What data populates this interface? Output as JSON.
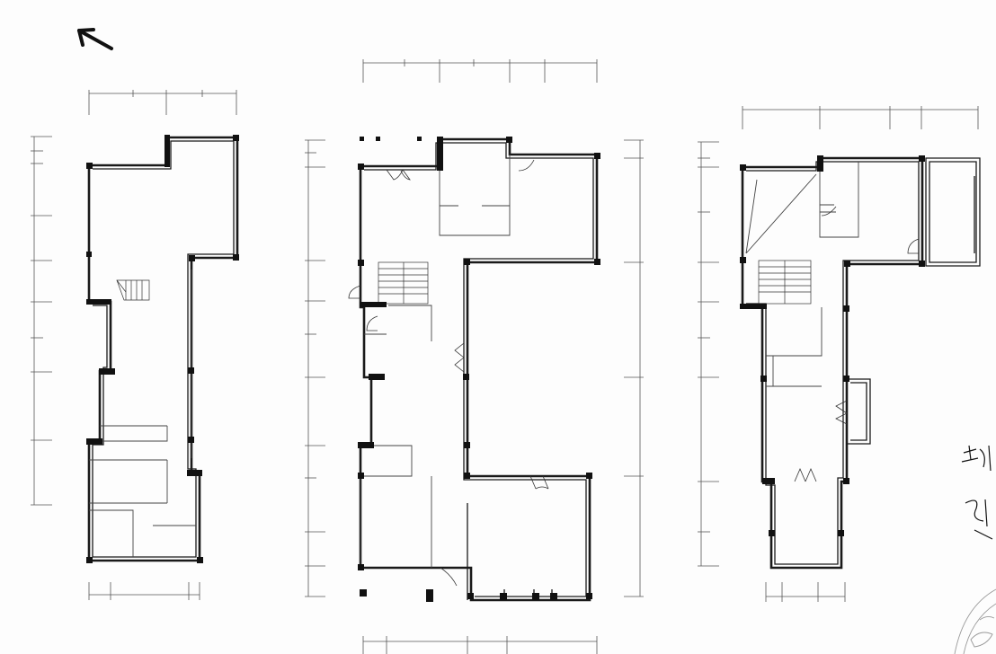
{
  "diagram": {
    "kind": "architectural floor plans",
    "plans": [
      "left-floor-plan",
      "middle-floor-plan",
      "right-floor-plan"
    ],
    "north_arrow_icon": "north-arrow-icon",
    "handwritten_note_icon": "handwritten-signature-icon",
    "seal_icon": "decorative-seal-icon",
    "colors": {
      "ink": "#1a1a1a",
      "paper": "#fdfdfd"
    }
  }
}
